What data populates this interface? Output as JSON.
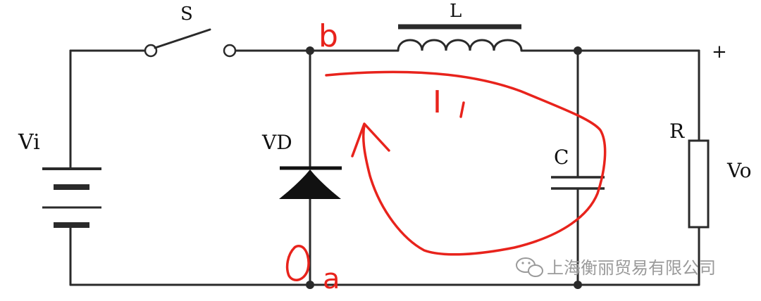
{
  "labels": {
    "switch": "S",
    "inductor": "L",
    "source": "Vi",
    "diode": "VD",
    "capacitor": "C",
    "resistor": "R",
    "output": "Vo",
    "plus": "+"
  },
  "annotations": {
    "node_top": "b",
    "node_bottom": "a",
    "current": "I",
    "current_subscript": "1"
  },
  "watermark": {
    "text": "上海衡丽贸易有限公司",
    "icon": "wechat-icon"
  },
  "colors": {
    "wire": "#2a2a2a",
    "annotation": "#e8231c",
    "watermark": "#9a9a9a"
  }
}
